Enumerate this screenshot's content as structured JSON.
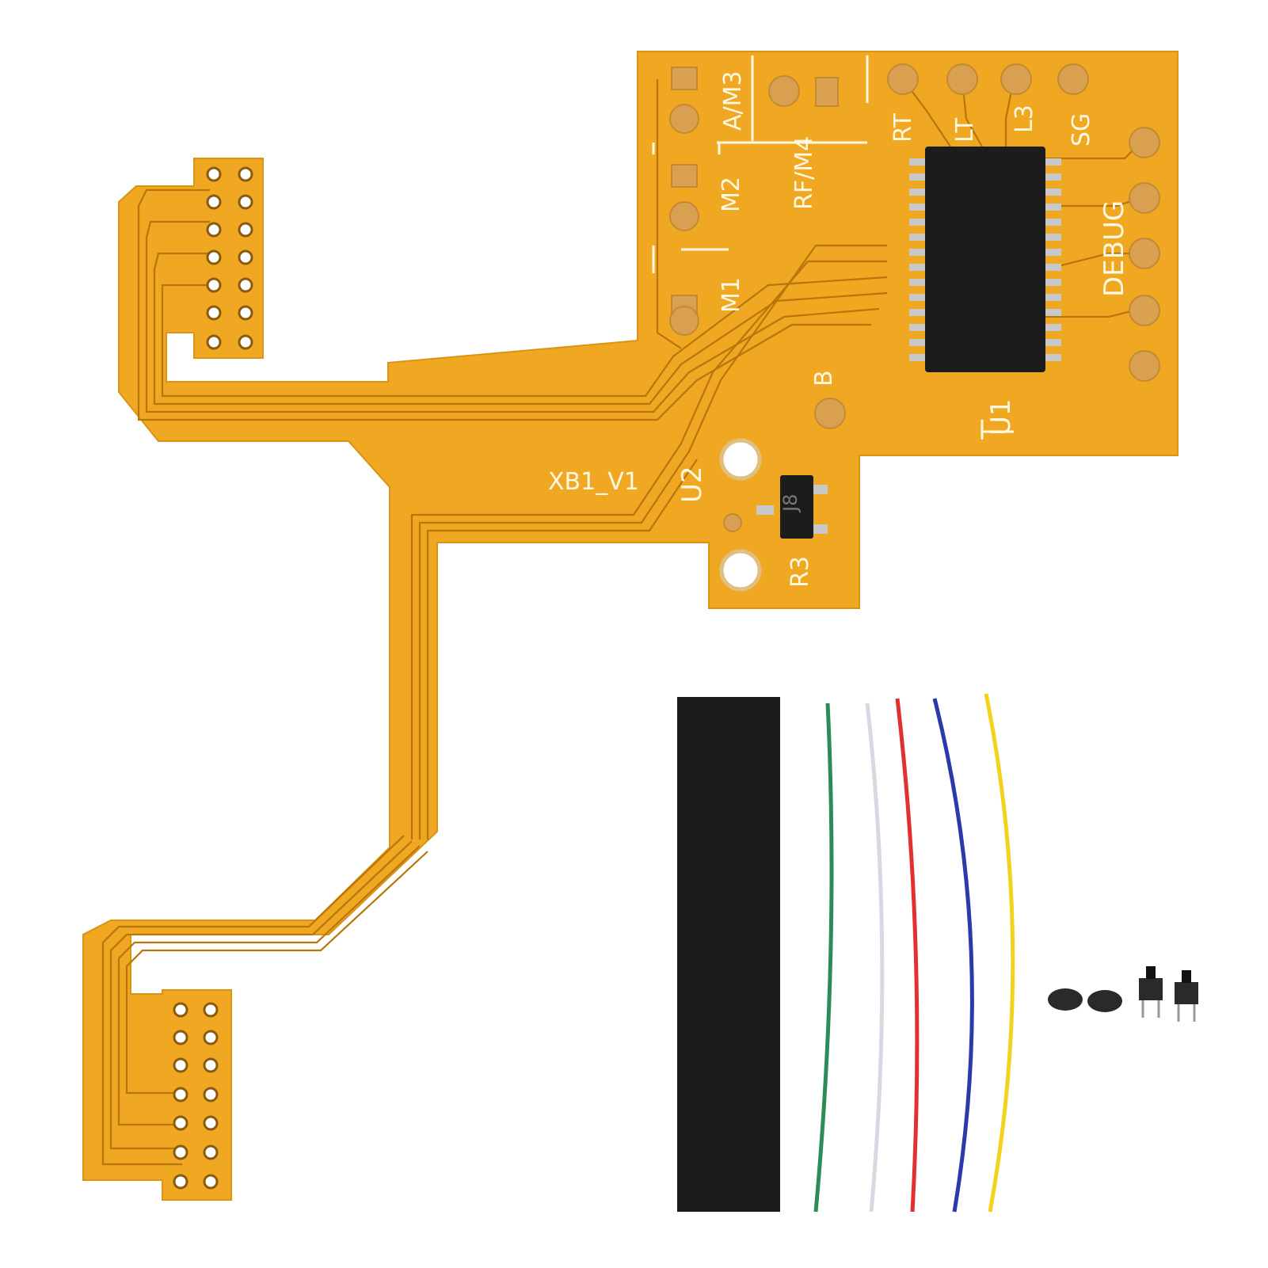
{
  "pcb": {
    "color": "#f0a823",
    "labels": {
      "a_m3": "A/M3",
      "rf_m4": "RF/M4",
      "rt": "RT",
      "lt": "LT",
      "l3": "L3",
      "sg": "SG",
      "m2": "M2",
      "m1": "M1",
      "debug": "DEBUG",
      "b": "B",
      "u1": "U1",
      "u2": "U2",
      "board_name": "XB1_V1",
      "r3": "R3",
      "transistor": "J8"
    }
  },
  "accessories": {
    "tape_color": "#1a1a1a",
    "wire_colors": [
      "#2e8b57",
      "#e4e4ec",
      "#e03030",
      "#2a3aa8",
      "#f2d21e"
    ]
  }
}
